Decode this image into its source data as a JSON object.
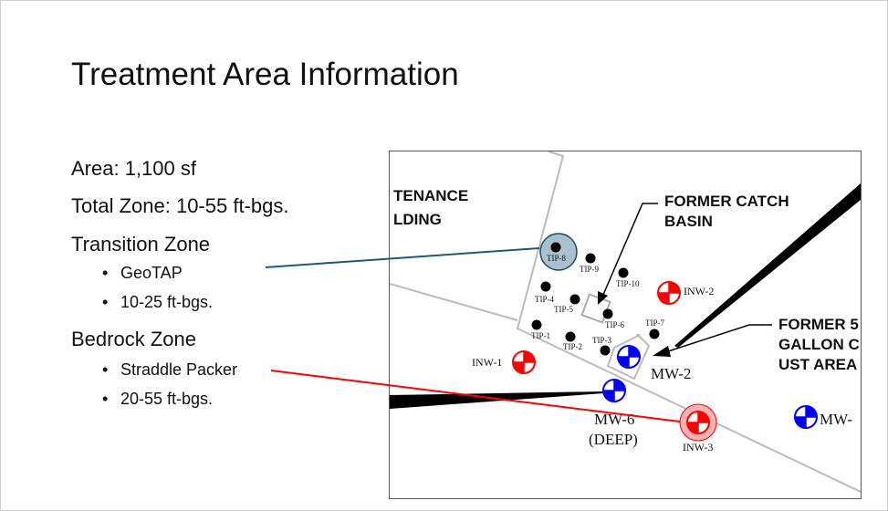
{
  "slide": {
    "title": "Treatment Area Information",
    "area": "Area: 1,100 sf",
    "total_zone": "Total Zone: 10-55 ft-bgs.",
    "transition_zone": {
      "heading": "Transition Zone",
      "bullets": [
        "GeoTAP",
        "10-25 ft-bgs."
      ]
    },
    "bedrock_zone": {
      "heading": "Bedrock Zone",
      "bullets": [
        "Straddle Packer",
        "20-55 ft-bgs."
      ]
    },
    "bullet_char": "•"
  },
  "map": {
    "building_label": [
      "TENANCE",
      "LDING"
    ],
    "catch_basin_label": [
      "FORMER CATCH",
      "BASIN"
    ],
    "ust_label": [
      "FORMER 5",
      "GALLON C",
      "UST AREA"
    ],
    "tips": [
      "TIP-1",
      "TIP-2",
      "TIP-3",
      "TIP-4",
      "TIP-5",
      "TIP-6",
      "TIP-7",
      "TIP-8",
      "TIP-9",
      "TIP-10"
    ],
    "injection_wells": [
      "INW-1",
      "INW-2",
      "INW-3"
    ],
    "monitoring_wells": [
      "MW-2",
      "MW-6",
      "(DEEP)",
      "MW-"
    ],
    "colors": {
      "injection": "#ff0000",
      "monitoring": "#0000ff",
      "tip_highlight": "#a9c1cc",
      "geotap_callout": "#1c5a78",
      "packer_callout": "#ff0000"
    }
  }
}
